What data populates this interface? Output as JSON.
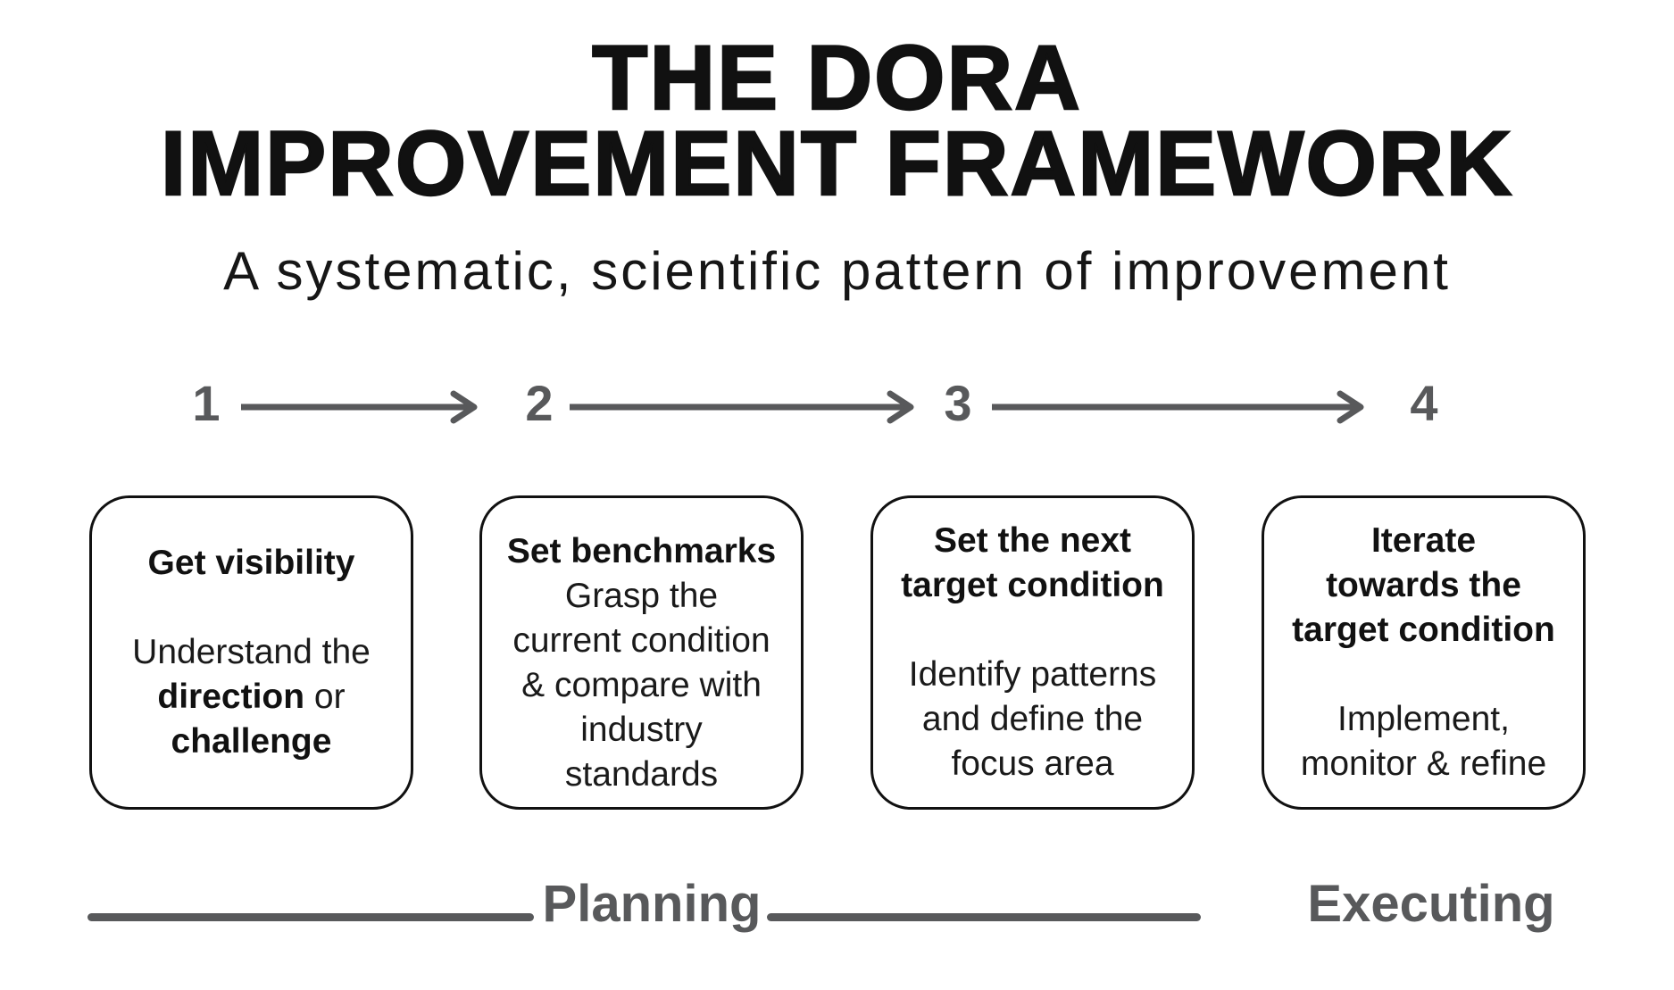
{
  "title": {
    "line1": "THE DORA",
    "line2": "IMPROVEMENT FRAMEWORK"
  },
  "subtitle": "A systematic, scientific pattern of improvement",
  "cards": [
    {
      "number": "1",
      "lines": [
        {
          "segments": [
            {
              "text": "Get visibility",
              "bold": true
            }
          ]
        },
        {
          "segments": []
        },
        {
          "segments": [
            {
              "text": "Understand the",
              "bold": false
            }
          ]
        },
        {
          "segments": [
            {
              "text": "direction",
              "bold": true
            },
            {
              "text": " or",
              "bold": false
            }
          ]
        },
        {
          "segments": [
            {
              "text": "challenge",
              "bold": true
            }
          ]
        }
      ]
    },
    {
      "number": "2",
      "lines": [
        {
          "segments": [
            {
              "text": "Set benchmarks",
              "bold": true
            }
          ]
        },
        {
          "segments": [
            {
              "text": "Grasp the",
              "bold": false
            }
          ]
        },
        {
          "segments": [
            {
              "text": "current condition",
              "bold": false
            }
          ]
        },
        {
          "segments": [
            {
              "text": "& compare with",
              "bold": false
            }
          ]
        },
        {
          "segments": [
            {
              "text": "industry",
              "bold": false
            }
          ]
        },
        {
          "segments": [
            {
              "text": "standards",
              "bold": false
            }
          ]
        }
      ]
    },
    {
      "number": "3",
      "lines": [
        {
          "segments": [
            {
              "text": "Set the next",
              "bold": true
            }
          ]
        },
        {
          "segments": [
            {
              "text": "target condition",
              "bold": true
            }
          ]
        },
        {
          "segments": []
        },
        {
          "segments": [
            {
              "text": "Identify patterns",
              "bold": false
            }
          ]
        },
        {
          "segments": [
            {
              "text": "and define the",
              "bold": false
            }
          ]
        },
        {
          "segments": [
            {
              "text": "focus area",
              "bold": false
            }
          ]
        }
      ]
    },
    {
      "number": "4",
      "lines": [
        {
          "segments": [
            {
              "text": "Iterate",
              "bold": true
            }
          ]
        },
        {
          "segments": [
            {
              "text": "towards the",
              "bold": true
            }
          ]
        },
        {
          "segments": [
            {
              "text": "target condition",
              "bold": true
            }
          ]
        },
        {
          "segments": []
        },
        {
          "segments": [
            {
              "text": "Implement,",
              "bold": false
            }
          ]
        },
        {
          "segments": [
            {
              "text": "monitor & refine",
              "bold": false
            }
          ]
        }
      ]
    }
  ],
  "phases": {
    "planning": "Planning",
    "executing": "Executing"
  },
  "colors": {
    "accent_gray": "#58595b",
    "ink_black": "#111111",
    "background": "#ffffff"
  }
}
